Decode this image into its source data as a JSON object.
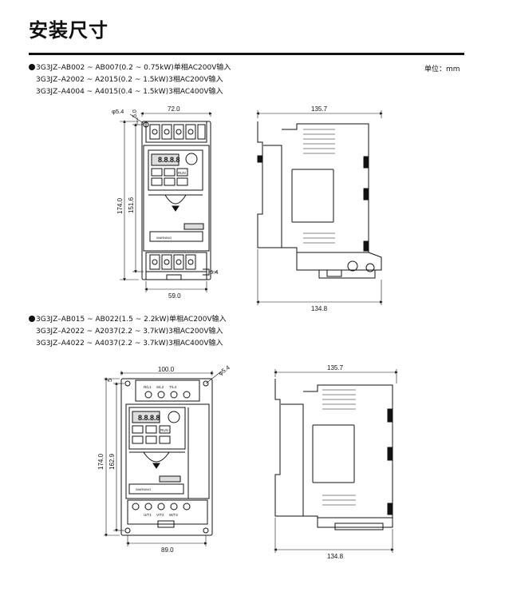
{
  "page": {
    "title": "安装尺寸",
    "unit": "单位：mm"
  },
  "section1": {
    "lines": [
      "3G3JZ–AB002 ~ AB007(0.2 ~ 0.75kW)单相AC200V输入",
      "3G3JZ–A2002 ~ A2015(0.2 ~ 1.5kW)3相AC200V输入",
      "3G3JZ–A4004 ~ A4015(0.4 ~ 1.5kW)3相AC400V输入"
    ],
    "front": {
      "width": "72.0",
      "hole_dia": "φ5.4",
      "top_margin": "5.0",
      "height": "174.0",
      "hole_pitch": "151.6",
      "bottom_hole": "5.4",
      "hole_span": "59.0"
    },
    "side": {
      "depth_top": "135.7",
      "depth_bottom": "134.8"
    }
  },
  "section2": {
    "lines": [
      "3G3JZ–AB015 ~ AB022(1.5 ~ 2.2kW)单相AC200V输入",
      "3G3JZ–A2022 ~ A2037(2.2 ~ 3.7kW)3相AC200V输入",
      "3G3JZ–A4022 ~ A4037(2.2 ~ 3.7kW)3相AC400V输入"
    ],
    "front": {
      "width": "100.0",
      "hole_dia": "φ5.4",
      "top_margin": "5",
      "height": "174.0",
      "hole_pitch": "162.9",
      "hole_span": "89.0"
    },
    "side": {
      "depth_top": "135.7",
      "depth_bottom": "134.8"
    }
  },
  "panel": {
    "display": "8.8.8.8",
    "run_key": "RUN",
    "warning": "WARNING"
  },
  "terminal_labels_top": [
    "R/L1",
    "S/L2",
    "T/L3"
  ],
  "terminal_labels_bottom": [
    "U/T1",
    "V/T2",
    "W/T3"
  ]
}
